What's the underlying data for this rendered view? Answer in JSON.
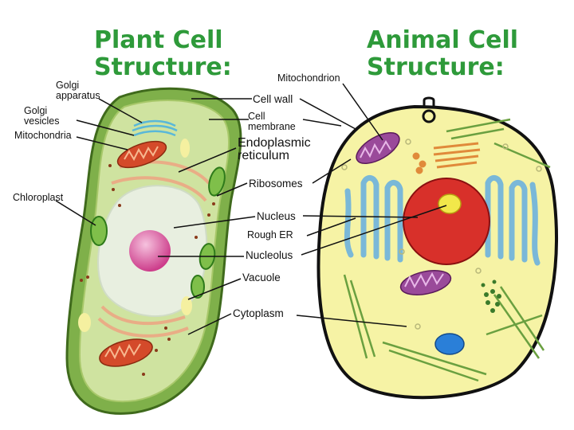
{
  "titles": {
    "plant": "Plant Cell\nStructure:",
    "animal": "Animal Cell\nStructure:"
  },
  "labels": {
    "golgi_apparatus": "Golgi\napparatus",
    "golgi_vesicles": "Golgi\nvesicles",
    "mitochondria": "Mitochondria",
    "chloroplast": "Chloroplast",
    "mitochondrion": "Mitochondrion",
    "cell_wall": "Cell wall",
    "cell_membrane": "Cell\nmembrane",
    "endoplasmic_reticulum": "Endoplasmic\nreticulum",
    "ribosomes": "Ribosomes",
    "nucleus": "Nucleus",
    "rough_er": "Rough ER",
    "nucleolus": "Nucleolus",
    "vacuole": "Vacuole",
    "cytoplasm": "Cytoplasm"
  },
  "colors": {
    "title_green": "#2e9a3a",
    "plant_wall": "#7fb04a",
    "plant_cytoplasm": "#cfe3a0",
    "vacuole": "#e8efe0",
    "animal_cytoplasm": "#f6f3a5",
    "animal_nucleus": "#d8302a",
    "nucleolus_animal": "#f2e84a",
    "nucleolus_plant": "#d5509a",
    "mitochondria_red": "#d44a2a",
    "mitochondria_purple": "#9a4a9a",
    "er_blue": "#7ab8d8",
    "cytoskeleton_green": "#6aa040"
  }
}
